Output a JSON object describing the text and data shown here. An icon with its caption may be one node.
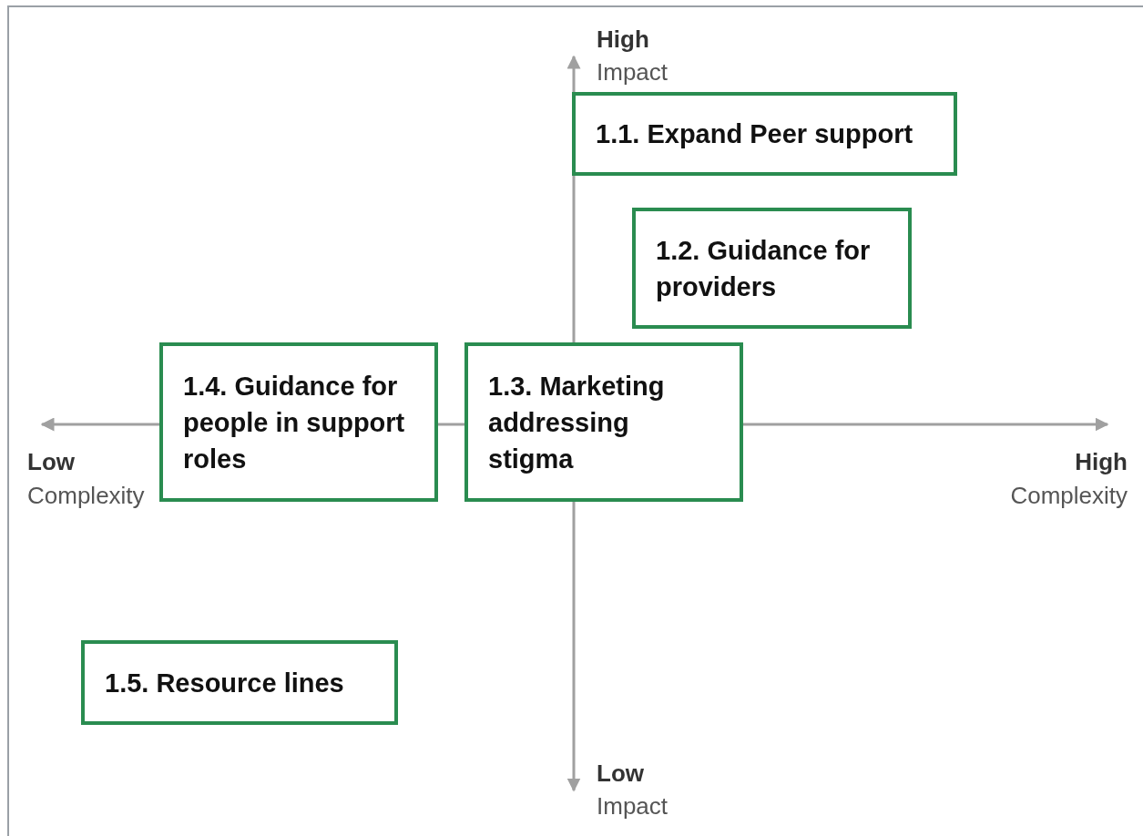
{
  "diagram": {
    "nodes": [
      {
        "text": [
          "1.1. Expand Peer support"
        ]
      },
      {
        "text": [
          "1.2. Guidance for providers"
        ]
      },
      {
        "text": [
          "1.4. Guidance for people in support roles"
        ]
      },
      {
        "text": [
          "1.3. Marketing addressing stigma"
        ]
      },
      {
        "text": [
          "1.5. Resource lines"
        ]
      }
    ],
    "labels": [
      "High",
      "Impact",
      "Low",
      "Complexity",
      "High",
      "Complexity",
      "Low",
      "Impact"
    ]
  }
}
